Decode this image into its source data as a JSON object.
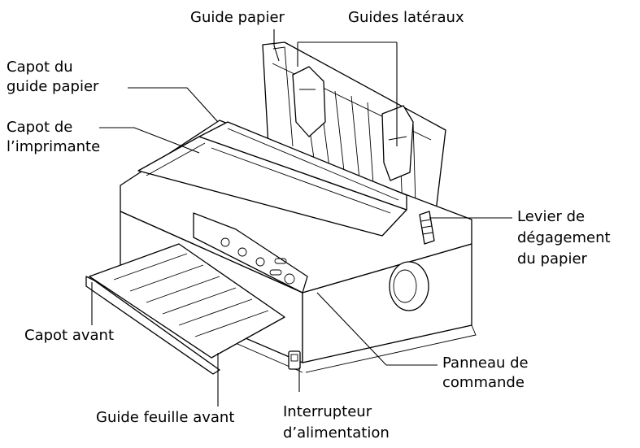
{
  "labels": {
    "guide_papier": "Guide papier",
    "guides_lateraux": "Guides latéraux",
    "capot_guide_papier_1": "Capot du",
    "capot_guide_papier_2": "guide papier",
    "capot_imprimante_1": "Capot de",
    "capot_imprimante_2": "l’imprimante",
    "levier_1": "Levier de",
    "levier_2": "dégagement",
    "levier_3": "du papier",
    "capot_avant": "Capot avant",
    "panneau_1": "Panneau de",
    "panneau_2": "commande",
    "guide_feuille_avant": "Guide feuille avant",
    "interrupteur_1": "Interrupteur",
    "interrupteur_2": "d’alimentation"
  }
}
